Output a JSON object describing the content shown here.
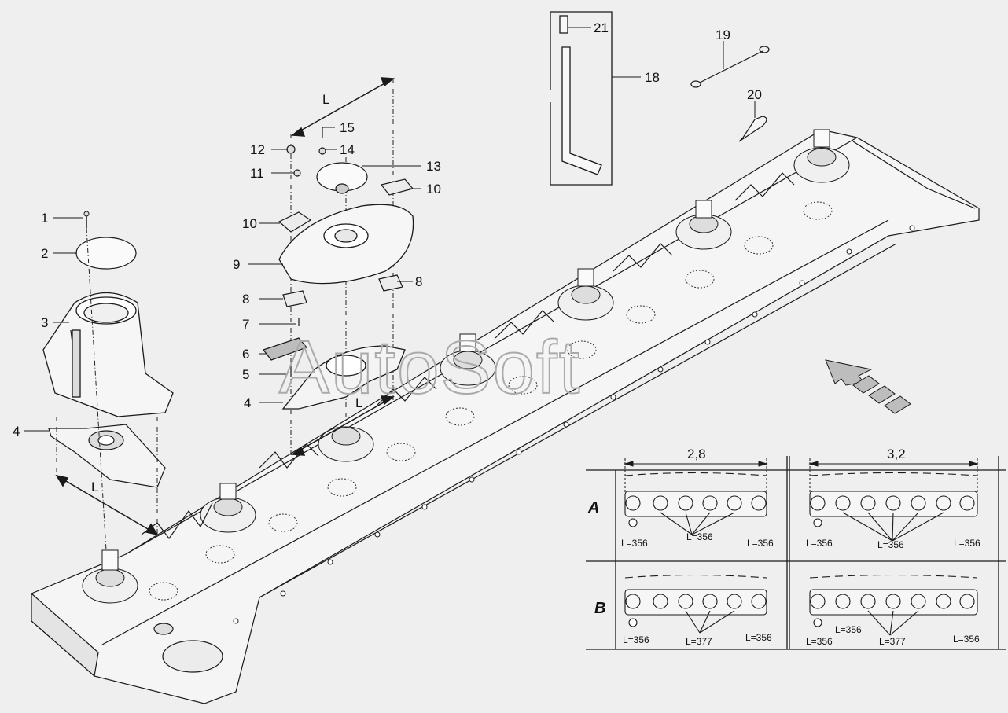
{
  "watermark": "AutoSoft",
  "callouts": [
    "1",
    "2",
    "3",
    "4",
    "5",
    "6",
    "7",
    "8",
    "9",
    "10",
    "11",
    "12",
    "13",
    "14",
    "15",
    "18",
    "19",
    "20",
    "21"
  ],
  "dimension_L": "L",
  "table": {
    "widths": [
      "2,8",
      "3,2"
    ],
    "rows": [
      {
        "label": "A",
        "c1": {
          "left": "L=356",
          "mid": "L=356",
          "right": "L=356"
        },
        "c2": {
          "left": "L=356",
          "mid": "L=356",
          "right": "L=356"
        }
      },
      {
        "label": "B",
        "c1": {
          "left": "L=356",
          "mid": "L=377",
          "right": "L=356"
        },
        "c2": {
          "left": "L=356",
          "left2": "L=356",
          "mid": "L=377",
          "right": "L=356"
        }
      }
    ]
  },
  "colors": {
    "background": "#efefef",
    "line": "#1a1a1a",
    "part_fill": "#f4f4f4",
    "shade": "#bdbdbd"
  }
}
